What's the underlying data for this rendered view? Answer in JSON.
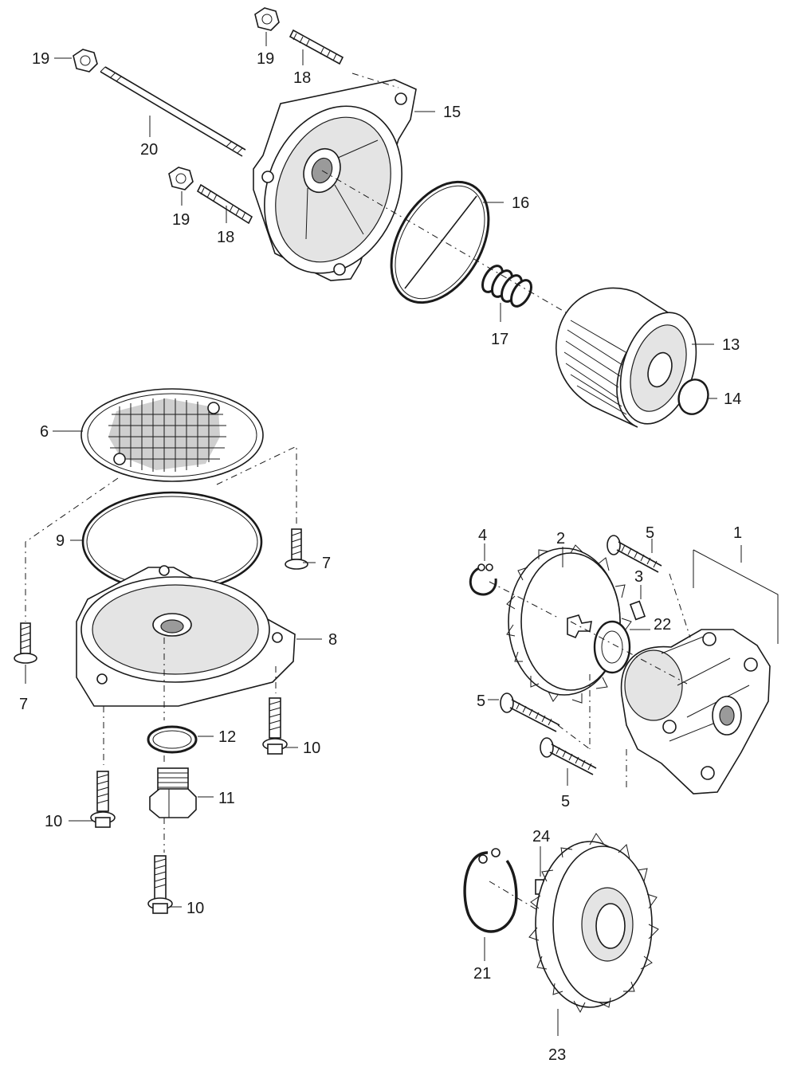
{
  "diagram": {
    "callouts": [
      {
        "id": "c19a",
        "label": "19"
      },
      {
        "id": "c19b",
        "label": "19"
      },
      {
        "id": "c18a",
        "label": "18"
      },
      {
        "id": "c15",
        "label": "15"
      },
      {
        "id": "c20",
        "label": "20"
      },
      {
        "id": "c19c",
        "label": "19"
      },
      {
        "id": "c18b",
        "label": "18"
      },
      {
        "id": "c16",
        "label": "16"
      },
      {
        "id": "c17",
        "label": "17"
      },
      {
        "id": "c13",
        "label": "13"
      },
      {
        "id": "c14",
        "label": "14"
      },
      {
        "id": "c6",
        "label": "6"
      },
      {
        "id": "c9",
        "label": "9"
      },
      {
        "id": "c7a",
        "label": "7"
      },
      {
        "id": "c7b",
        "label": "7"
      },
      {
        "id": "c8",
        "label": "8"
      },
      {
        "id": "c12",
        "label": "12"
      },
      {
        "id": "c10a",
        "label": "10"
      },
      {
        "id": "c11",
        "label": "11"
      },
      {
        "id": "c10b",
        "label": "10"
      },
      {
        "id": "c10c",
        "label": "10"
      },
      {
        "id": "c4",
        "label": "4"
      },
      {
        "id": "c2",
        "label": "2"
      },
      {
        "id": "c5a",
        "label": "5"
      },
      {
        "id": "c1",
        "label": "1"
      },
      {
        "id": "c3",
        "label": "3"
      },
      {
        "id": "c22",
        "label": "22"
      },
      {
        "id": "c5b",
        "label": "5"
      },
      {
        "id": "c5c",
        "label": "5"
      },
      {
        "id": "c24",
        "label": "24"
      },
      {
        "id": "c21",
        "label": "21"
      },
      {
        "id": "c23",
        "label": "23"
      }
    ]
  }
}
